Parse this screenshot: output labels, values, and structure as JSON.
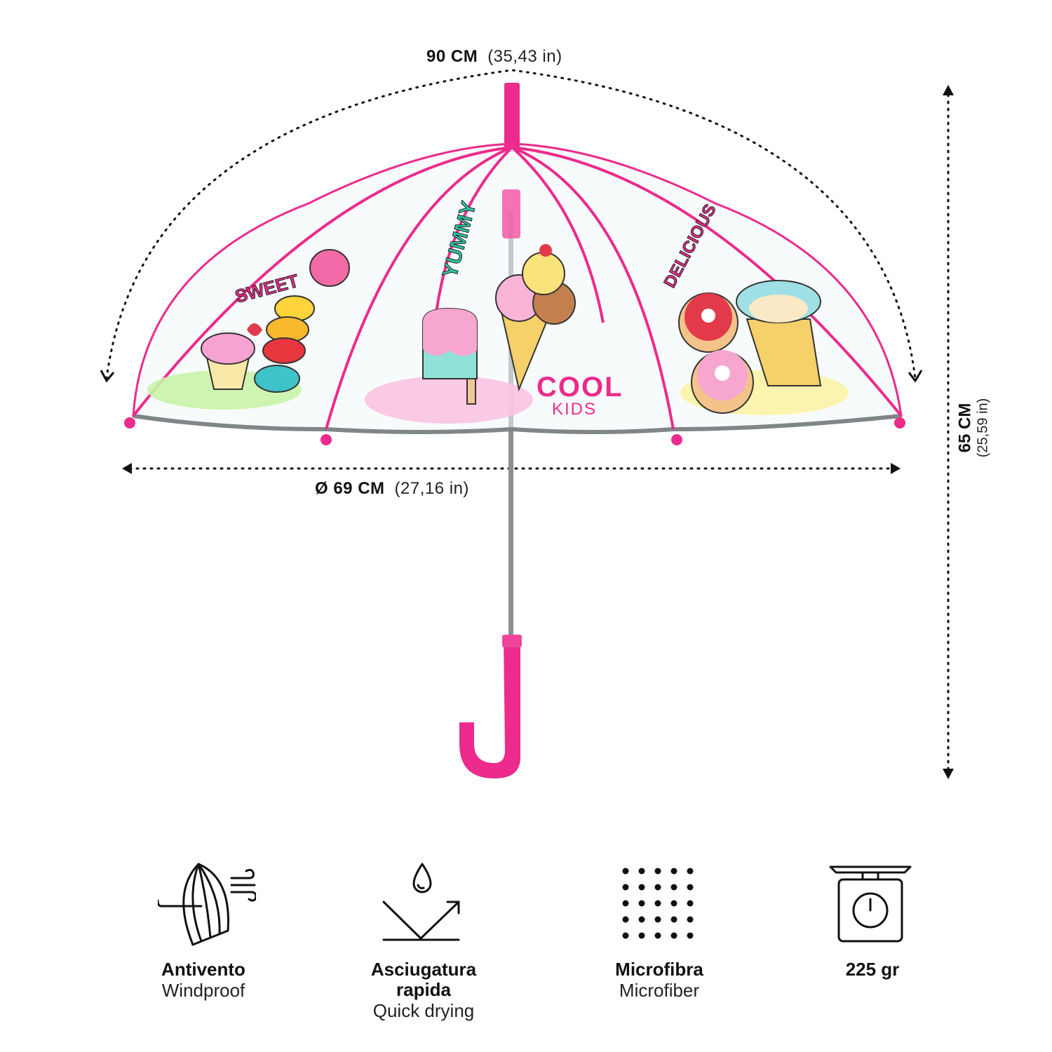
{
  "dimensions": {
    "arc": {
      "main": "90 CM",
      "sub": "(35,43 in)"
    },
    "diameter": {
      "main": "Ø 69 CM",
      "sub": "(27,16 in)"
    },
    "height": {
      "main": "65 CM",
      "sub": "(25,59 in)"
    }
  },
  "canopy_words": {
    "sweet": "SWEET",
    "yummy": "YUMMY",
    "delicious": "DELICIOUS"
  },
  "brand": {
    "cool": "COOL",
    "kids": "KIDS"
  },
  "features": [
    {
      "title": "Antivento",
      "subtitle": "Windproof",
      "icon": "windproof-umbrella-icon"
    },
    {
      "title": "Asciugatura rapida",
      "subtitle": "Quick drying",
      "icon": "quick-drying-icon"
    },
    {
      "title": "Microfibra",
      "subtitle": "Microfiber",
      "icon": "microfiber-dots-icon"
    },
    {
      "title": "225 gr",
      "subtitle": "",
      "icon": "weight-scale-icon"
    }
  ],
  "colors": {
    "accent_pink": "#ec2b8c",
    "canopy_edge": "#7f8688",
    "text": "#111111"
  }
}
